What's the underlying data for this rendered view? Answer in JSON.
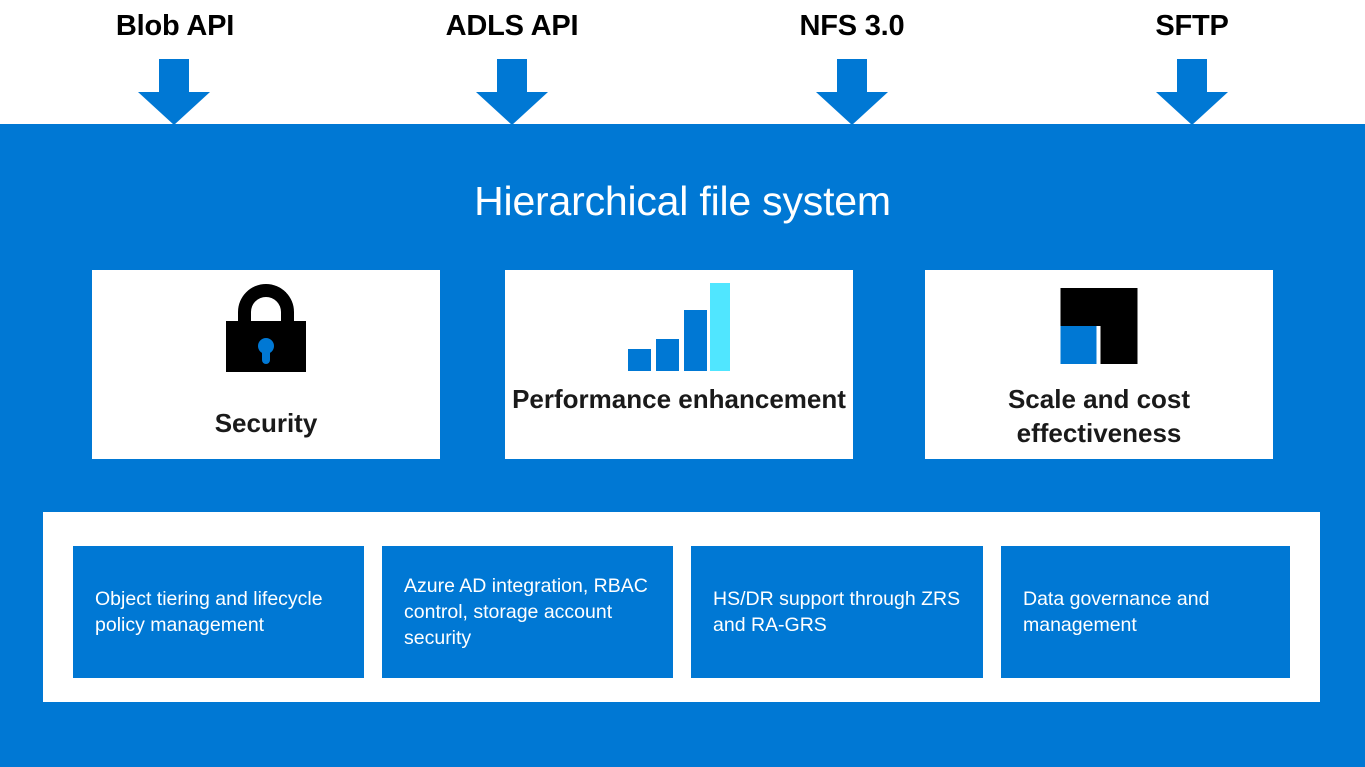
{
  "apis": [
    {
      "label": "Blob API",
      "arrow": "down-arrow-icon"
    },
    {
      "label": "ADLS API",
      "arrow": "down-arrow-icon"
    },
    {
      "label": "NFS 3.0",
      "arrow": "down-arrow-icon"
    },
    {
      "label": "SFTP",
      "arrow": "down-arrow-icon"
    }
  ],
  "panel": {
    "title": "Hierarchical file system",
    "background_color": "#0078D4",
    "title_color": "#FFFFFF"
  },
  "cards": [
    {
      "label": "Security",
      "icon": "lock-icon",
      "icon_colors": {
        "body": "#000000",
        "keyhole": "#0078D4"
      }
    },
    {
      "label": "Performance\nenhancement",
      "label_line1": "Performance",
      "label_line2": "enhancement",
      "icon": "bar-chart-icon",
      "bars": [
        {
          "height_pct": 24,
          "color": "#0078D4"
        },
        {
          "height_pct": 36,
          "color": "#0078D4"
        },
        {
          "height_pct": 68,
          "color": "#0078D4"
        },
        {
          "height_pct": 98,
          "color": "#50E6FF"
        }
      ]
    },
    {
      "label": "Scale and cost\neffectiveness",
      "label_line1": "Scale and cost",
      "label_line2": "effectiveness",
      "icon": "scale-blocks-icon",
      "icon_colors": {
        "blocks": "#000000",
        "accent": "#0078D4"
      }
    }
  ],
  "features": [
    {
      "text": "Object tiering and lifecycle policy management"
    },
    {
      "text": "Azure AD integration, RBAC control, storage account security"
    },
    {
      "text": "HS/DR support through ZRS and RA-GRS"
    },
    {
      "text": "Data governance and management"
    }
  ],
  "colors": {
    "azure_blue": "#0078D4",
    "cyan_accent": "#50E6FF",
    "white": "#FFFFFF",
    "black": "#000000"
  }
}
